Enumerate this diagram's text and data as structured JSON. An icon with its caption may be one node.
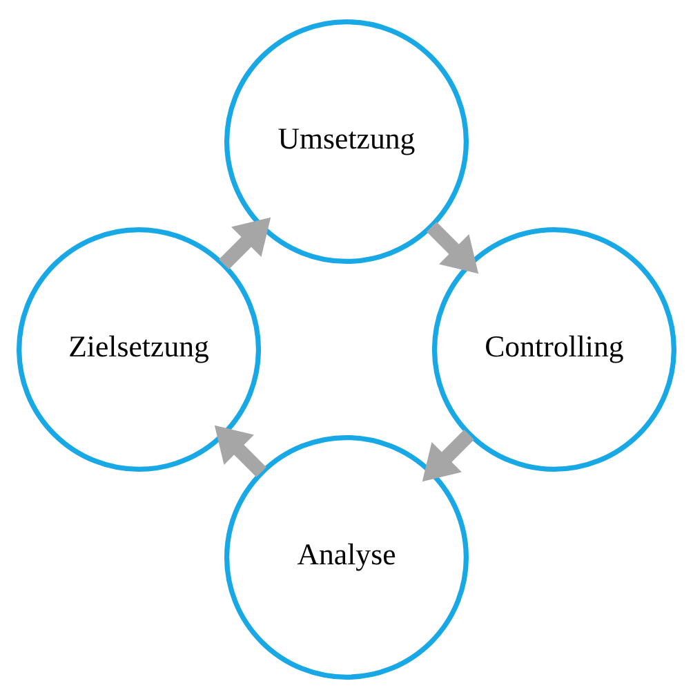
{
  "diagram": {
    "nodes": [
      {
        "text": [
          "Analyse"
        ]
      },
      {
        "text": [
          "Zielsetzung"
        ]
      },
      {
        "text": [
          "Umsetzung"
        ]
      },
      {
        "text": [
          "Controlling"
        ]
      }
    ],
    "edges": [
      {
        "from": 0,
        "to": 1,
        "arrow": "to"
      },
      {
        "from": 1,
        "to": 2,
        "arrow": "to"
      },
      {
        "from": 2,
        "to": 3,
        "arrow": "to"
      },
      {
        "from": 3,
        "to": 0,
        "arrow": "to"
      }
    ]
  }
}
